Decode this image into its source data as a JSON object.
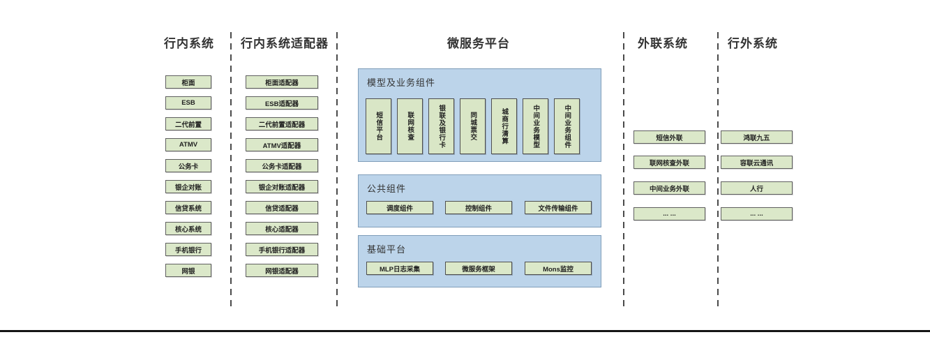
{
  "columns": [
    {
      "title": "行内系统",
      "boxes": [
        "柜面",
        "ESB",
        "二代前置",
        "ATMV",
        "公务卡",
        "银企对账",
        "信贷系统",
        "核心系统",
        "手机银行",
        "网银"
      ]
    },
    {
      "title": "行内系统适配器",
      "boxes": [
        "柜面适配器",
        "ESB适配器",
        "二代前置适配器",
        "ATMV适配器",
        "公务卡适配器",
        "银企对账适配器",
        "信贷适配器",
        "核心适配器",
        "手机银行适配器",
        "网银适配器"
      ]
    },
    {
      "title": "微服务平台",
      "panels": [
        {
          "label": "模型及业务组件",
          "boxes": [
            "短信平台",
            "联网核查",
            "银联及银行卡",
            "同城票交",
            "城商行清算",
            "中间业务模型",
            "中间业务组件"
          ]
        },
        {
          "label": "公共组件",
          "boxes": [
            "调度组件",
            "控制组件",
            "文件传输组件"
          ]
        },
        {
          "label": "基础平台",
          "boxes": [
            "MLP日志采集",
            "微服务框架",
            "Mons监控"
          ]
        }
      ]
    },
    {
      "title": "外联系统",
      "boxes": [
        "短信外联",
        "联网核查外联",
        "中间业务外联",
        "... ..."
      ]
    },
    {
      "title": "行外系统",
      "boxes": [
        "鸿联九五",
        "容联云通讯",
        "人行",
        "... ..."
      ]
    }
  ],
  "colors": {
    "node_fill": "#dbe8c9",
    "node_border": "#5f5f5f",
    "panel_fill": "#bcd4ea",
    "panel_border": "#7f9db9",
    "text": "#333333",
    "divider": "#4a4a4a",
    "bottom_rule": "#151515"
  }
}
